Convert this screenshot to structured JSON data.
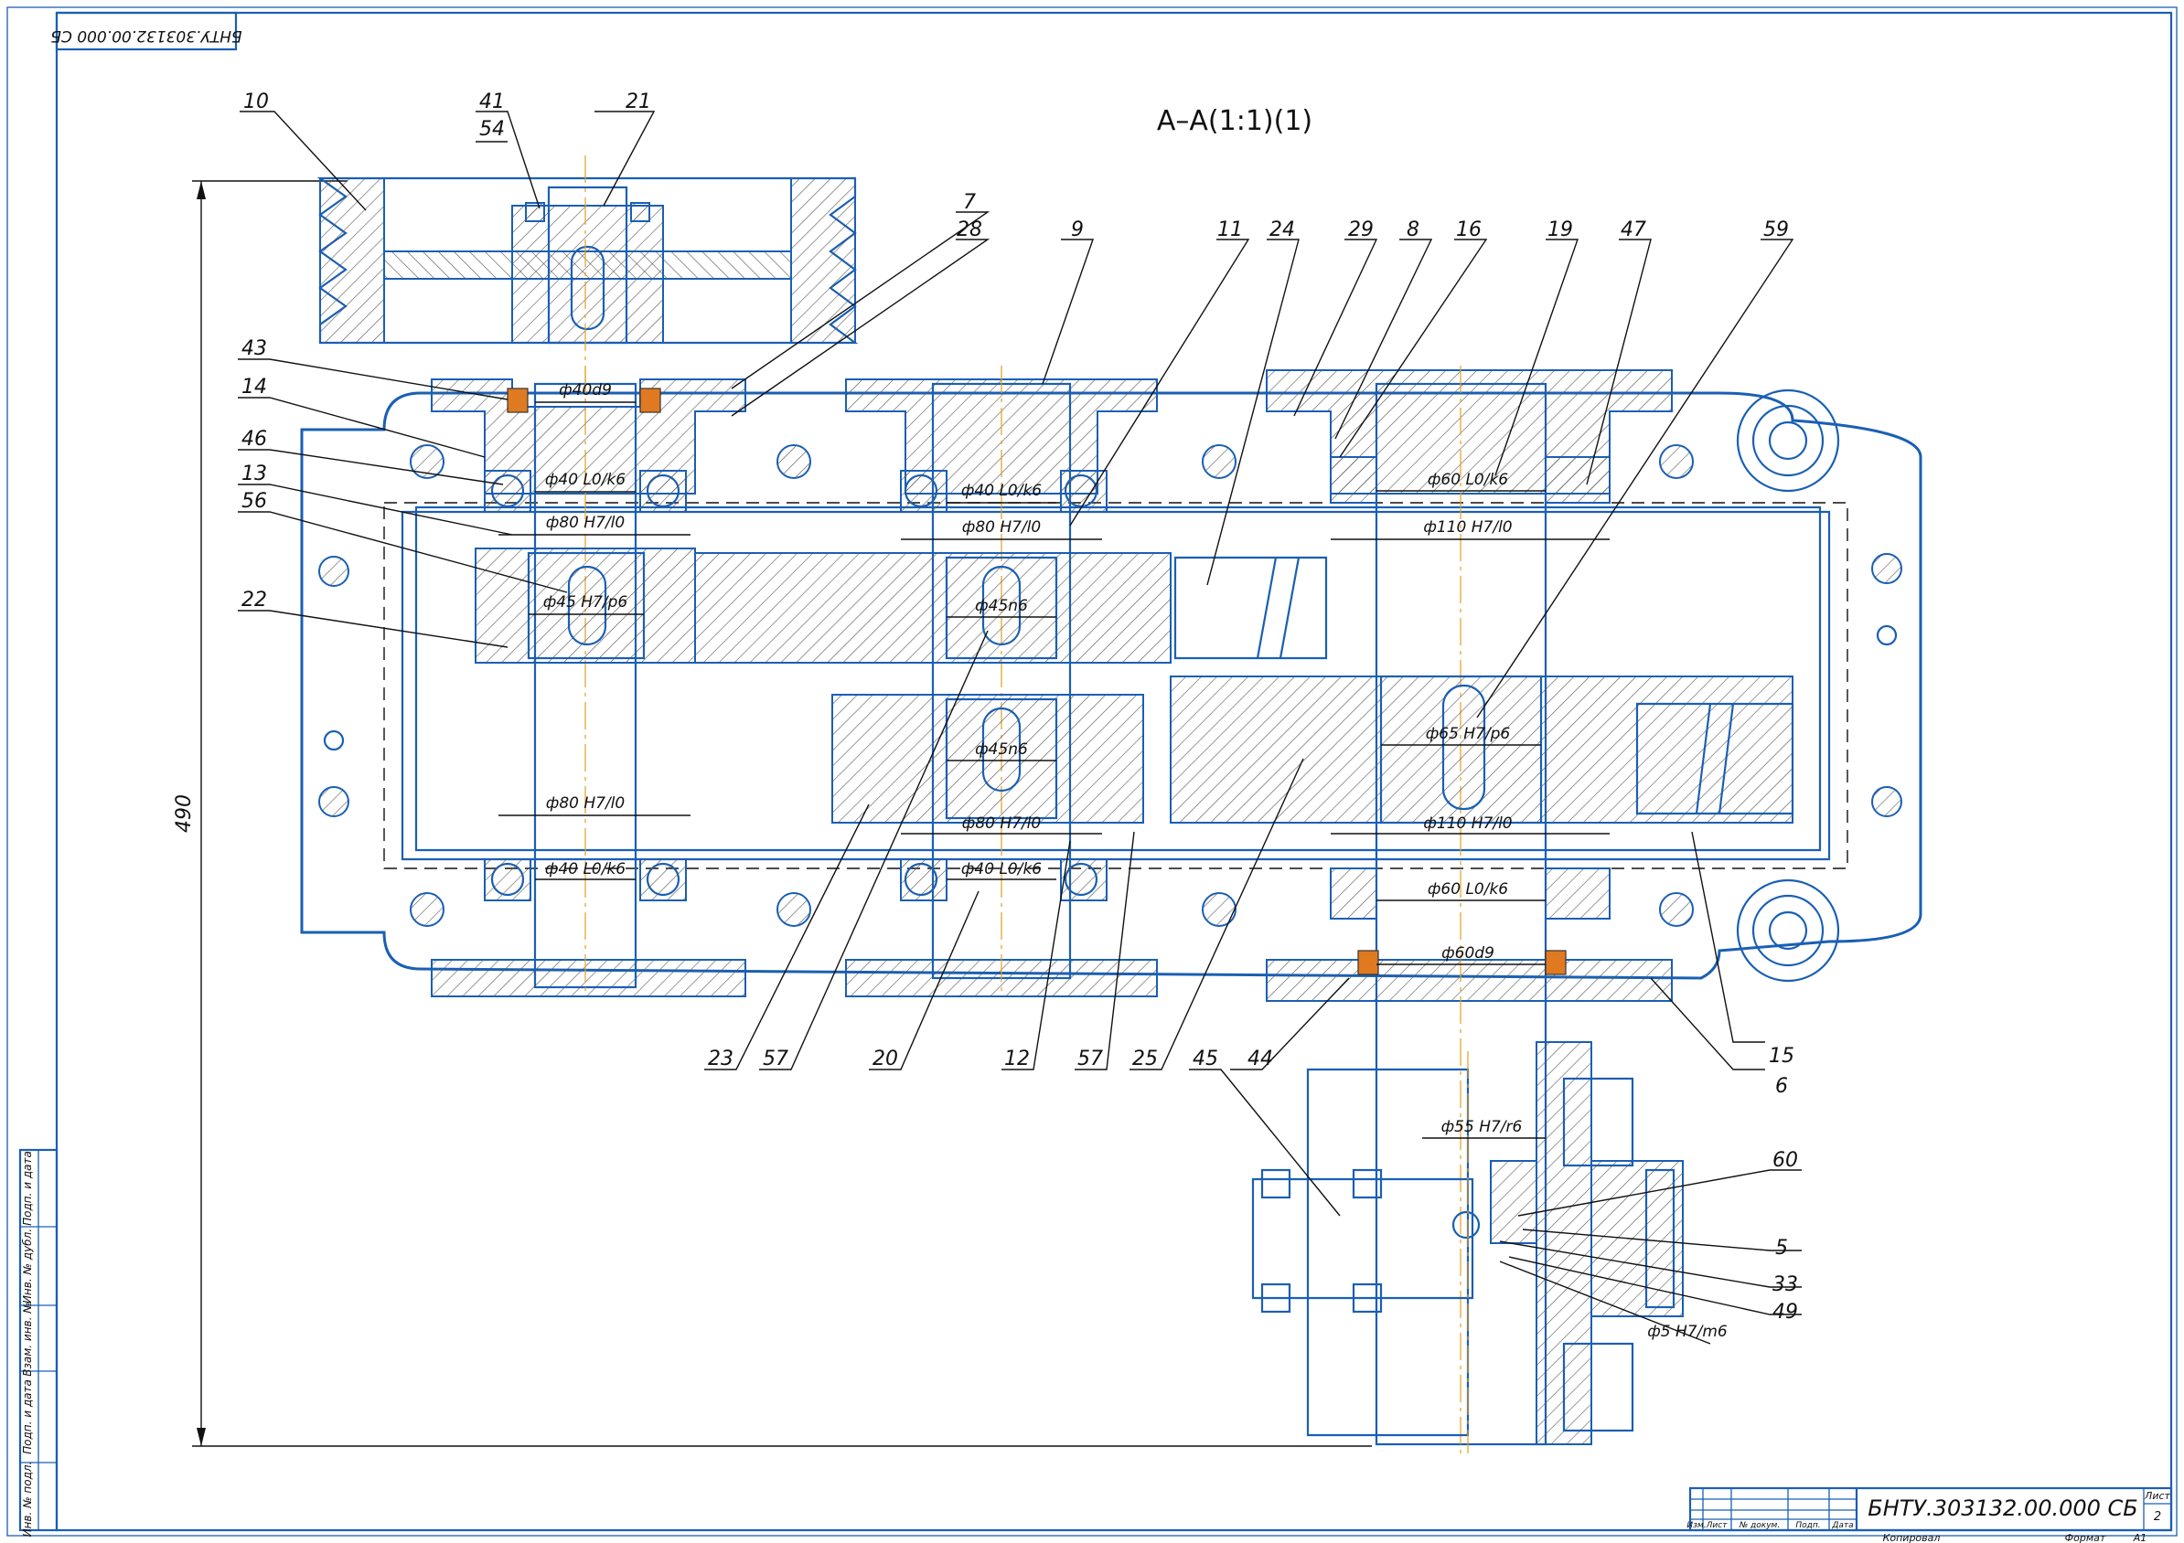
{
  "drawing": {
    "section_title": "A–A(1:1)(1)",
    "stamp_code_rotated": "БНТУ.303132.00.000 СБ",
    "overall_dimension": "490",
    "title_block": {
      "code": "БНТУ.303132.00.000 СБ",
      "sheet_label": "Лист",
      "sheet_number": "2",
      "columns": [
        "Изм.",
        "Лист",
        "№ докум.",
        "Подп.",
        "Дата"
      ],
      "copied_label": "Копировал",
      "format_label": "Формат",
      "format_value": "А1"
    },
    "side_stamp_labels": [
      "Инв. № подл.",
      "Подп. и дата",
      "Взам. инв. №",
      "Инв. № дубл.",
      "Подп. и дата"
    ],
    "part_labels": [
      "10",
      "41",
      "54",
      "21",
      "43",
      "14",
      "46",
      "13",
      "56",
      "22",
      "7",
      "28",
      "9",
      "11",
      "24",
      "29",
      "8",
      "16",
      "19",
      "47",
      "59",
      "23",
      "57",
      "20",
      "12",
      "57",
      "25",
      "45",
      "44",
      "6",
      "15",
      "60",
      "5",
      "33",
      "49"
    ],
    "fits": [
      "ф40d9",
      "ф40 L0/k6",
      "ф80 H7/l0",
      "ф45 H7/p6",
      "ф40 L0/k6",
      "ф80 H7/l0",
      "ф45n6",
      "ф60 L0/k6",
      "ф110 H7/l0",
      "ф65 H7/p6",
      "ф45n6",
      "ф80 H7/l0",
      "ф40 L0/k6",
      "ф80 H7/l0",
      "ф40 L0/k6",
      "ф110 H7/l0",
      "ф60 L0/k6",
      "ф60d9",
      "ф55 H7/r6",
      "ф5 H7/m6"
    ]
  },
  "colors": {
    "outline": "#1a5fb4",
    "centerline": "#e0a020",
    "seal": "#e07a20",
    "text": "#111111"
  }
}
